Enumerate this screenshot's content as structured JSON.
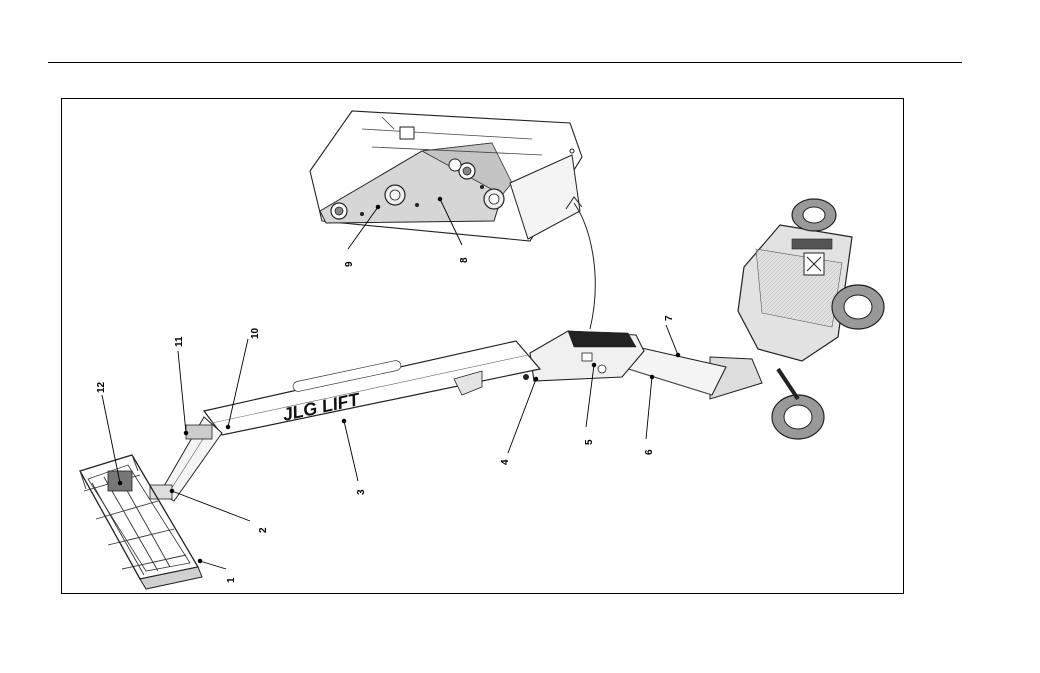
{
  "figure": {
    "logo_text": "JLG LIFT",
    "callouts": [
      {
        "label": "1"
      },
      {
        "label": "2"
      },
      {
        "label": "3"
      },
      {
        "label": "4"
      },
      {
        "label": "5"
      },
      {
        "label": "6"
      },
      {
        "label": "7"
      },
      {
        "label": "8"
      },
      {
        "label": "9"
      },
      {
        "label": "10"
      },
      {
        "label": "11"
      },
      {
        "label": "12"
      }
    ]
  }
}
